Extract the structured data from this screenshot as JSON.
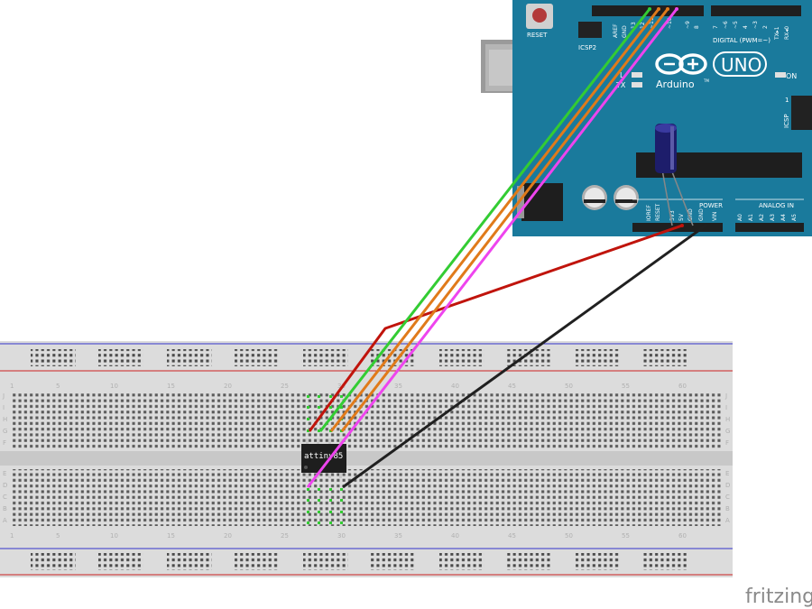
{
  "arduino": {
    "reset_label": "RESET",
    "icsp2_label": "ICSP2",
    "icsp_label": "ICSP",
    "icsp_num": "1",
    "aref_label": "AREF",
    "gnd_top_label": "GND",
    "digital_label": "DIGITAL (PWM=~)",
    "tx_rx_labels": [
      "TX",
      "RX"
    ],
    "tx_label": "TX▸1",
    "rx_label": "RX◂0",
    "digital_pins": [
      "13",
      "12",
      "~11",
      "~10",
      "~9",
      "8",
      "7",
      "~6",
      "~5",
      "4",
      "~3",
      "2"
    ],
    "l_led_label": "L",
    "tx_led_label": "TX",
    "on_label": "ON",
    "brand_word": "Arduino",
    "tm": "TM",
    "model": "UNO",
    "power_label": "POWER",
    "analog_label": "ANALOG IN",
    "power_pins": [
      "IOREF",
      "RESET",
      "3V3",
      "5V",
      "GND",
      "GND",
      "VIN"
    ],
    "analog_pins": [
      "A0",
      "A1",
      "A2",
      "A3",
      "A4",
      "A5"
    ]
  },
  "chip": {
    "label": "attiny85"
  },
  "breadboard": {
    "column_numbers": [
      "1",
      "5",
      "10",
      "15",
      "20",
      "25",
      "30",
      "35",
      "40",
      "45",
      "50",
      "55",
      "60"
    ],
    "row_letters_top": [
      "J",
      "I",
      "H",
      "G",
      "F"
    ],
    "row_letters_bottom": [
      "E",
      "D",
      "C",
      "B",
      "A"
    ]
  },
  "wires": [
    {
      "name": "wire-green",
      "color": "#33cc33"
    },
    {
      "name": "wire-orange-1",
      "color": "#e07a1a"
    },
    {
      "name": "wire-orange-2",
      "color": "#e07a1a"
    },
    {
      "name": "wire-magenta",
      "color": "#ee44ee"
    },
    {
      "name": "wire-red",
      "color": "#c0140c"
    },
    {
      "name": "wire-black",
      "color": "#202020"
    }
  ],
  "watermark": "fritzing"
}
